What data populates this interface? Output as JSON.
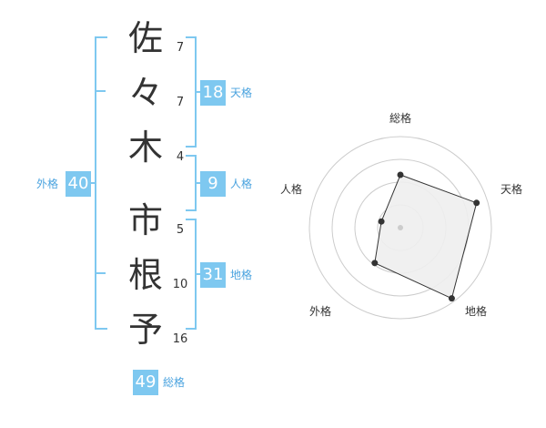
{
  "name": {
    "characters": [
      {
        "char": "佐",
        "strokes": "7"
      },
      {
        "char": "々",
        "strokes": "7"
      },
      {
        "char": "木",
        "strokes": "4"
      },
      {
        "char": "市",
        "strokes": "5"
      },
      {
        "char": "根",
        "strokes": "10"
      },
      {
        "char": "予",
        "strokes": "16"
      }
    ]
  },
  "scores": {
    "tenkaku": {
      "value": "18",
      "label": "天格"
    },
    "jinkaku": {
      "value": "9",
      "label": "人格"
    },
    "chikaku": {
      "value": "31",
      "label": "地格"
    },
    "gaikaku": {
      "value": "40",
      "label": "外格"
    },
    "soukaku": {
      "value": "49",
      "label": "総格"
    }
  },
  "radar": {
    "axes": [
      "総格",
      "天格",
      "地格",
      "外格",
      "人格"
    ],
    "values": [
      0.58,
      0.88,
      0.96,
      0.48,
      0.22
    ],
    "colors": {
      "fill": "#eeeeee",
      "line": "#333333",
      "grid": "#cccccc",
      "accent": "#7ec8f0"
    }
  }
}
